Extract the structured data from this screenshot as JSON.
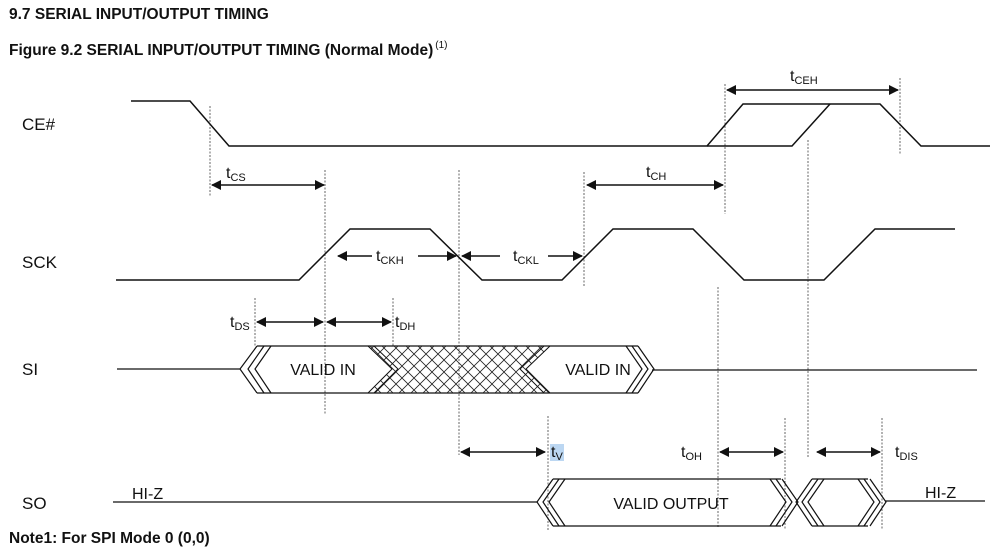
{
  "section_title": "9.7 SERIAL INPUT/OUTPUT TIMING",
  "figure_title": "Figure 9.2 SERIAL INPUT/OUTPUT TIMING (Normal Mode)",
  "figure_footnote_ref": "(1)",
  "note": "Note1: For SPI Mode 0 (0,0)",
  "signals": {
    "ce": "CE#",
    "sck": "SCK",
    "si": "SI",
    "so": "SO"
  },
  "bus_labels": {
    "si_valid_1": "VALID IN",
    "si_valid_2": "VALID IN",
    "so_valid": "VALID OUTPUT",
    "so_hiz_left": "HI-Z",
    "so_hiz_right": "HI-Z"
  },
  "timing_params": {
    "tcs": {
      "base": "t",
      "sub": "CS"
    },
    "tceh": {
      "base": "t",
      "sub": "CEH"
    },
    "tch": {
      "base": "t",
      "sub": "CH"
    },
    "tckh": {
      "base": "t",
      "sub": "CKH"
    },
    "tckl": {
      "base": "t",
      "sub": "CKL"
    },
    "tds": {
      "base": "t",
      "sub": "DS"
    },
    "tdh": {
      "base": "t",
      "sub": "DH"
    },
    "tv": {
      "base": "t",
      "sub": "V"
    },
    "toh": {
      "base": "t",
      "sub": "OH"
    },
    "tdis": {
      "base": "t",
      "sub": "DIS"
    }
  },
  "colors": {
    "line": "#111111",
    "guide": "#666666",
    "highlight": "#bcd7f2"
  }
}
